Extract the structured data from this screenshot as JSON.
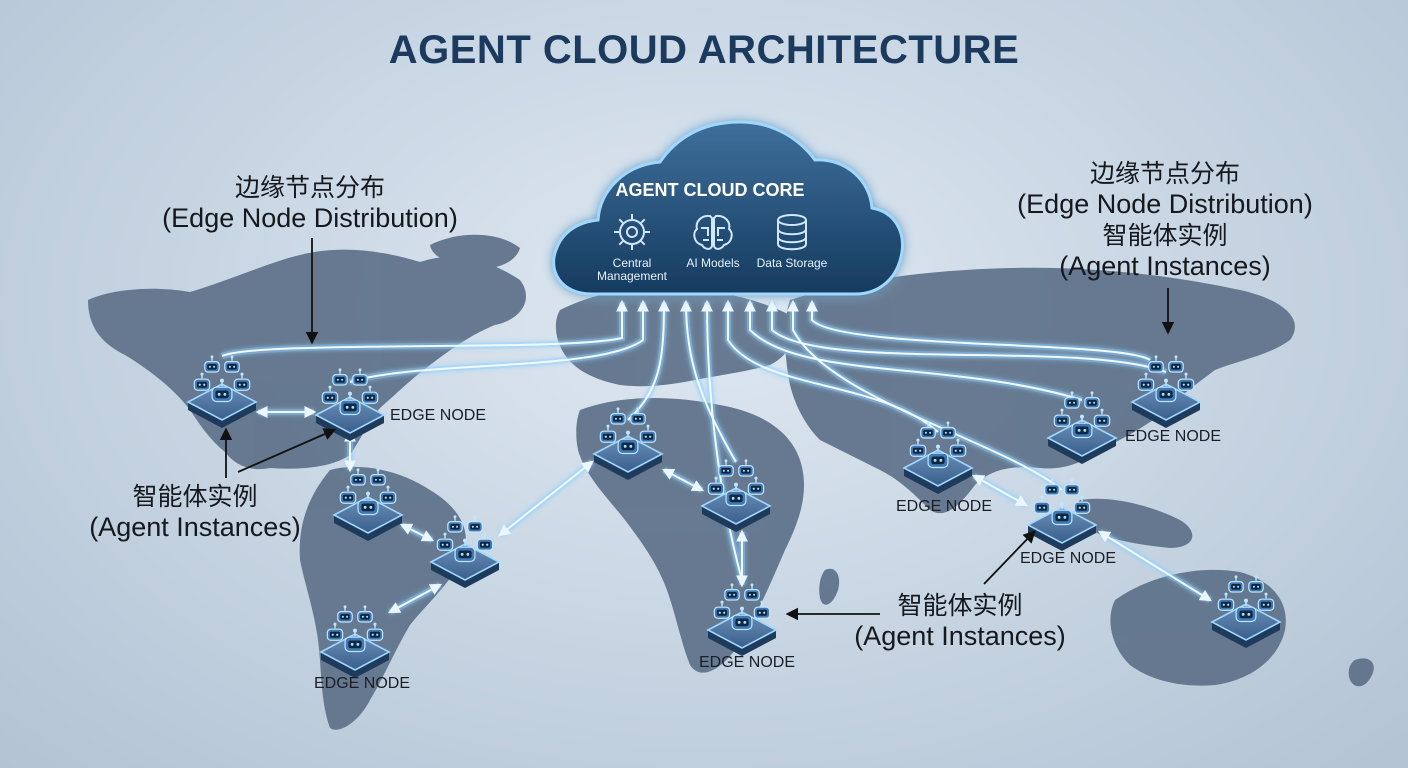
{
  "title": "AGENT CLOUD ARCHITECTURE",
  "cloud": {
    "title": "AGENT CLOUD CORE",
    "items": [
      {
        "icon": "gear-icon",
        "label": "Central Management"
      },
      {
        "icon": "brain-icon",
        "label": "AI Models"
      },
      {
        "icon": "database-icon",
        "label": "Data Storage"
      }
    ]
  },
  "annotations": {
    "top_left": {
      "zh": "边缘节点分布",
      "en": "(Edge Node Distribution)"
    },
    "top_right": {
      "zh1": "边缘节点分布",
      "en1": "(Edge Node Distribution)",
      "zh2": "智能体实例",
      "en2": "(Agent Instances)"
    },
    "left": {
      "zh": "智能体实例",
      "en": "(Agent Instances)"
    },
    "bottom_center": {
      "zh": "智能体实例",
      "en": "(Agent Instances)"
    }
  },
  "edge_node_label": "EDGE NODE",
  "colors": {
    "title": "#1b3a5e",
    "land": "#5b7088",
    "cloud": "#1f4b74",
    "link": "#e9f6ff",
    "glow": "#8fd0ff"
  }
}
